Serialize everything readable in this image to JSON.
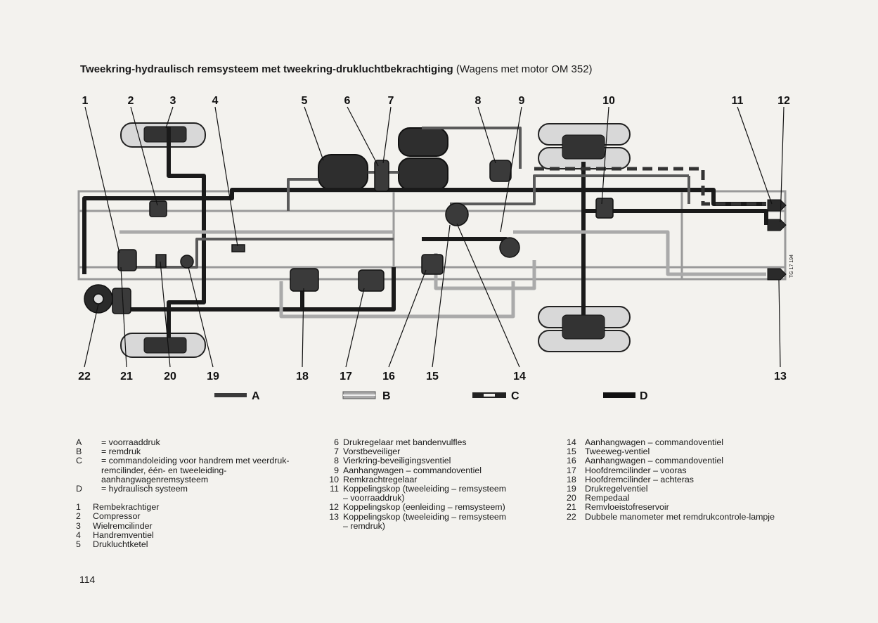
{
  "title": {
    "bold": "Tweekring-hydraulisch remsysteem met tweekring-drukluchtbekrachtiging",
    "normal": "(Wagens met motor OM 352)"
  },
  "diagram": {
    "top_labels": [
      "1",
      "2",
      "3",
      "4",
      "5",
      "6",
      "7",
      "8",
      "9",
      "10",
      "11",
      "12"
    ],
    "bottom_labels": [
      "22",
      "21",
      "20",
      "19",
      "18",
      "17",
      "16",
      "15",
      "14",
      "13"
    ],
    "code": "TG 17 194"
  },
  "legend": {
    "A": "A",
    "B": "B",
    "C": "C",
    "D": "D"
  },
  "line_key": [
    {
      "k": "A",
      "v": "= voorraaddruk"
    },
    {
      "k": "B",
      "v": "= remdruk"
    },
    {
      "k": "C",
      "v": "= commandoleiding voor handrem met veerdruk-remcilinder, één- en tweeleiding-aanhangwagenremsysteem"
    },
    {
      "k": "D",
      "v": "= hydraulisch systeem"
    }
  ],
  "parts_col1": [
    {
      "k": "1",
      "v": "Rembekrachtiger"
    },
    {
      "k": "2",
      "v": "Compressor"
    },
    {
      "k": "3",
      "v": "Wielremcilinder"
    },
    {
      "k": "4",
      "v": "Handremventiel"
    },
    {
      "k": "5",
      "v": "Drukluchtketel"
    }
  ],
  "parts_col2": [
    {
      "k": "6",
      "v": "Drukregelaar met bandenvulfles"
    },
    {
      "k": "7",
      "v": "Vorstbeveiliger"
    },
    {
      "k": "8",
      "v": "Vierkring-beveiligingsventiel"
    },
    {
      "k": "9",
      "v": "Aanhangwagen – commandoventiel"
    },
    {
      "k": "10",
      "v": "Remkrachtregelaar"
    },
    {
      "k": "11",
      "v": "Koppelingskop (tweeleiding – remsysteem\n– voorraaddruk)"
    },
    {
      "k": "12",
      "v": "Koppelingskop (eenleiding – remsysteem)"
    },
    {
      "k": "13",
      "v": "Koppelingskop (tweeleiding – remsysteem\n– remdruk)"
    }
  ],
  "parts_col3": [
    {
      "k": "14",
      "v": "Aanhangwagen – commandoventiel"
    },
    {
      "k": "15",
      "v": "Tweeweg-ventiel"
    },
    {
      "k": "16",
      "v": "Aanhangwagen – commandoventiel"
    },
    {
      "k": "17",
      "v": "Hoofdremcilinder – vooras"
    },
    {
      "k": "18",
      "v": "Hoofdremcilinder – achteras"
    },
    {
      "k": "19",
      "v": "Drukregelventiel"
    },
    {
      "k": "20",
      "v": "Rempedaal"
    },
    {
      "k": "21",
      "v": "Remvloeistofreservoir"
    },
    {
      "k": "22",
      "v": "Dubbele manometer met remdrukcontrole-lampje"
    }
  ],
  "page_number": "114"
}
